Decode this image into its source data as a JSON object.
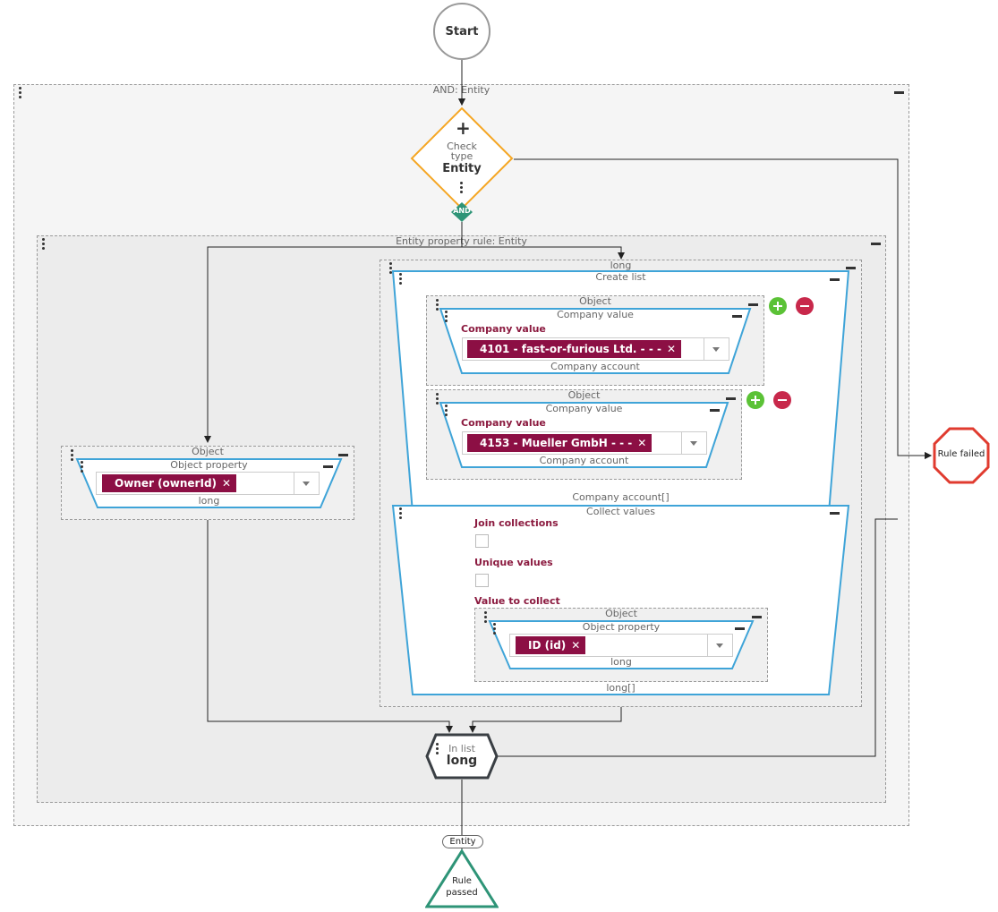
{
  "start": {
    "label": "Start"
  },
  "outer_group": {
    "title": "AND: Entity"
  },
  "check_type": {
    "line1": "Check",
    "line2": "type",
    "value": "Entity",
    "badge": "AND"
  },
  "rule_group": {
    "title": "Entity property rule: Entity"
  },
  "long_group": {
    "title": "long"
  },
  "create_list": {
    "title": "Create list",
    "items": [
      {
        "group_title": "Object",
        "inner_title": "Company value",
        "field_label": "Company value",
        "chip": "4101 - fast-or-furious Ltd. - - -",
        "footer": "Company account"
      },
      {
        "group_title": "Object",
        "inner_title": "Company value",
        "field_label": "Company value",
        "chip": "4153 - Mueller GmbH - - -",
        "footer": "Company account"
      }
    ],
    "footer": "Company account[]"
  },
  "collect_values": {
    "title": "Collect values",
    "join_label": "Join collections",
    "unique_label": "Unique values",
    "value_label": "Value to collect",
    "inner_group_title": "Object",
    "inner_title": "Object property",
    "chip": "ID (id)",
    "inner_footer": "long",
    "footer": "long[]"
  },
  "owner_property": {
    "group_title": "Object",
    "inner_title": "Object property",
    "chip": "Owner (ownerId)",
    "footer": "long"
  },
  "in_list": {
    "label": "In list",
    "value": "long"
  },
  "rule_failed": {
    "label": "Rule failed"
  },
  "rule_passed": {
    "line1": "Rule",
    "line2": "passed",
    "edge_label": "Entity"
  },
  "colors": {
    "blue_border": "#3fa4d8",
    "chip": "#8c0f44",
    "diamond": "#f5a623",
    "passed": "#2e9477",
    "failed": "#e03b2f"
  }
}
